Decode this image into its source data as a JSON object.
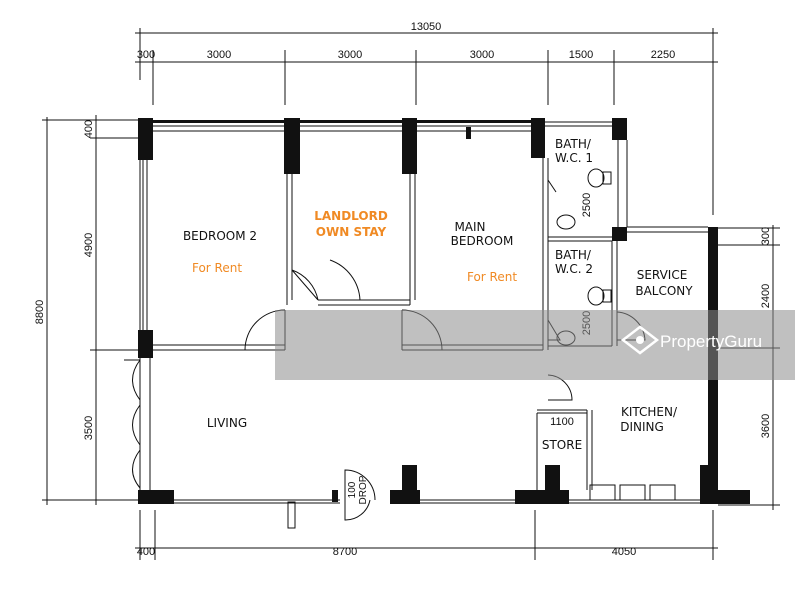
{
  "dimensions": {
    "overall_width": "13050",
    "top": [
      "300",
      "3000",
      "3000",
      "3000",
      "1500",
      "2250"
    ],
    "bottom": [
      "400",
      "8700",
      "4050"
    ],
    "left_overall": "8800",
    "left": [
      "400",
      "4900",
      "3500"
    ],
    "right": [
      "300",
      "2400",
      "3600"
    ],
    "bath1_depth": "2500",
    "bath2_depth": "2500",
    "store_width": "1100",
    "drop": "100\nDROP"
  },
  "rooms": {
    "bedroom2": "BEDROOM 2",
    "bedroom2_note": "For Rent",
    "landlord_line1": "LANDLORD",
    "landlord_line2": "OWN STAY",
    "main_bedroom_line1": "MAIN",
    "main_bedroom_line2": "BEDROOM",
    "main_bedroom_note": "For Rent",
    "bath1_line1": "BATH/",
    "bath1_line2": "W.C. 1",
    "bath2_line1": "BATH/",
    "bath2_line2": "W.C. 2",
    "service_line1": "SERVICE",
    "service_line2": "BALCONY",
    "living": "LIVING",
    "kitchen_line1": "KITCHEN/",
    "kitchen_line2": "DINING",
    "store": "STORE"
  },
  "watermark": {
    "text": "PropertyGuru",
    "icon": "propertyguru-logo-icon"
  },
  "colors": {
    "accent": "#f08a24",
    "wall": "#111111",
    "watermark_band": "#8c8c8c"
  }
}
